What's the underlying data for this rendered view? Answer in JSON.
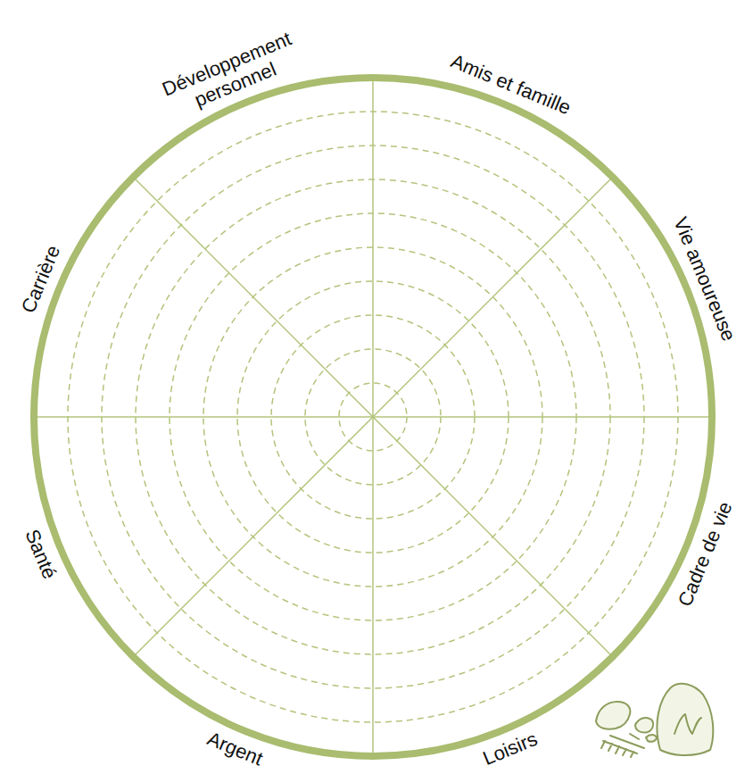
{
  "diagram": {
    "labels": [
      "Développement personnel",
      "Amis et famille",
      "Vie amoureuse",
      "Cadre de vie",
      "Loisirs",
      "Argent",
      "Santé",
      "Carrière"
    ]
  }
}
